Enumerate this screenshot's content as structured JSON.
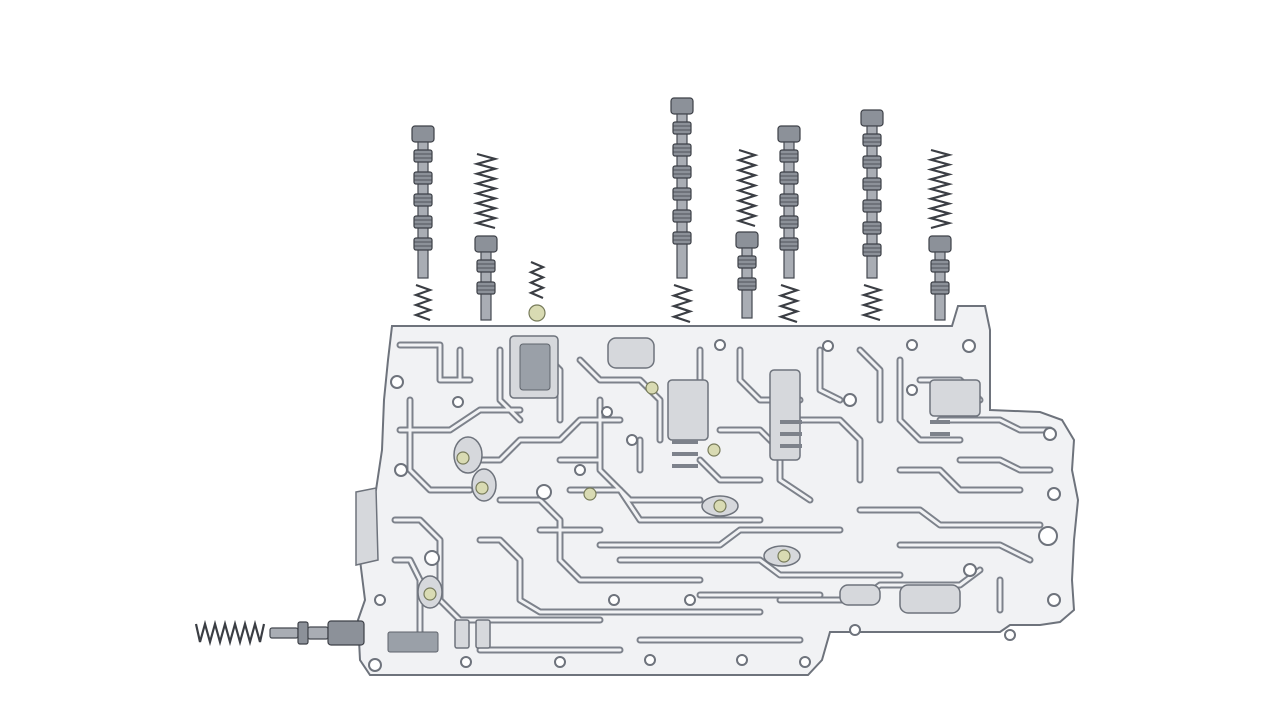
{
  "diagram": {
    "kind": "valve-body-exploded-view",
    "colors": {
      "background": "#ffffff",
      "plate": "#f1f2f4",
      "plate_outline": "#6e737c",
      "channel": "#7d828b",
      "spool_metal": "#a9adb4",
      "spring_wire": "#3b3e44",
      "check_ball": "#d9dbb3"
    },
    "components": {
      "valve_spools_above": 7,
      "springs_above": 4,
      "small_spring_with_ball": 1,
      "side_valve_assembly": 1,
      "check_balls_in_plate": 9
    }
  }
}
